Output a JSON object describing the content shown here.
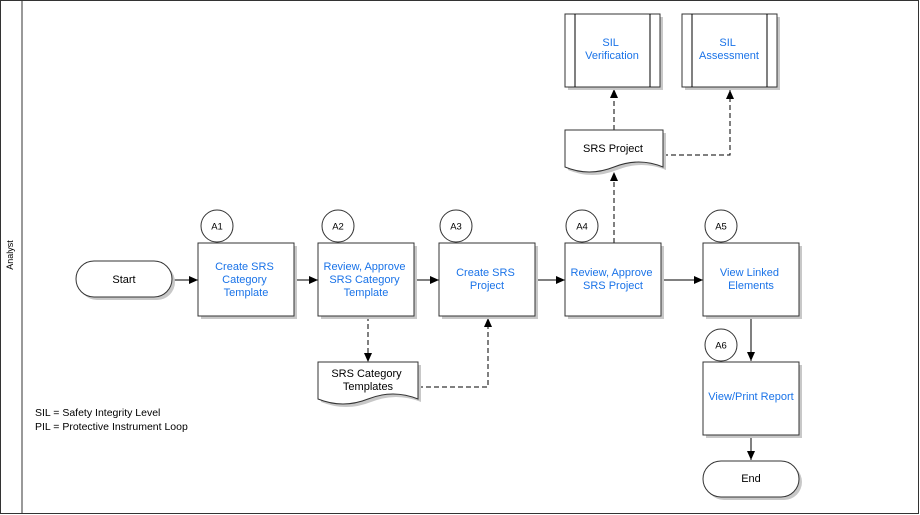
{
  "swimlane": {
    "label": "Analyst"
  },
  "terminals": {
    "start": "Start",
    "end": "End"
  },
  "step_labels": {
    "a1": "A1",
    "a2": "A2",
    "a3": "A3",
    "a4": "A4",
    "a5": "A5",
    "a6": "A6"
  },
  "steps": {
    "a1": [
      "Create SRS",
      "Category",
      "Template"
    ],
    "a2": [
      "Review, Approve",
      "SRS Category",
      "Template"
    ],
    "a3": [
      "Create SRS",
      "Project"
    ],
    "a4": [
      "Review, Approve",
      "SRS Project"
    ],
    "a5": [
      "View Linked",
      "Elements"
    ],
    "a6": [
      "View/Print Report"
    ]
  },
  "documents": {
    "srs_category_templates": [
      "SRS Category",
      "Templates"
    ],
    "srs_project": [
      "SRS Project"
    ]
  },
  "subprocesses": {
    "sil_verification": [
      "SIL",
      "Verification"
    ],
    "sil_assessment": [
      "SIL",
      "Assessment"
    ]
  },
  "legend": [
    "SIL = Safety Integrity Level",
    "PIL = Protective Instrument Loop"
  ],
  "colors": {
    "link": "#1a73e8",
    "shadow": "#c8c8c8",
    "stroke": "#333333"
  }
}
